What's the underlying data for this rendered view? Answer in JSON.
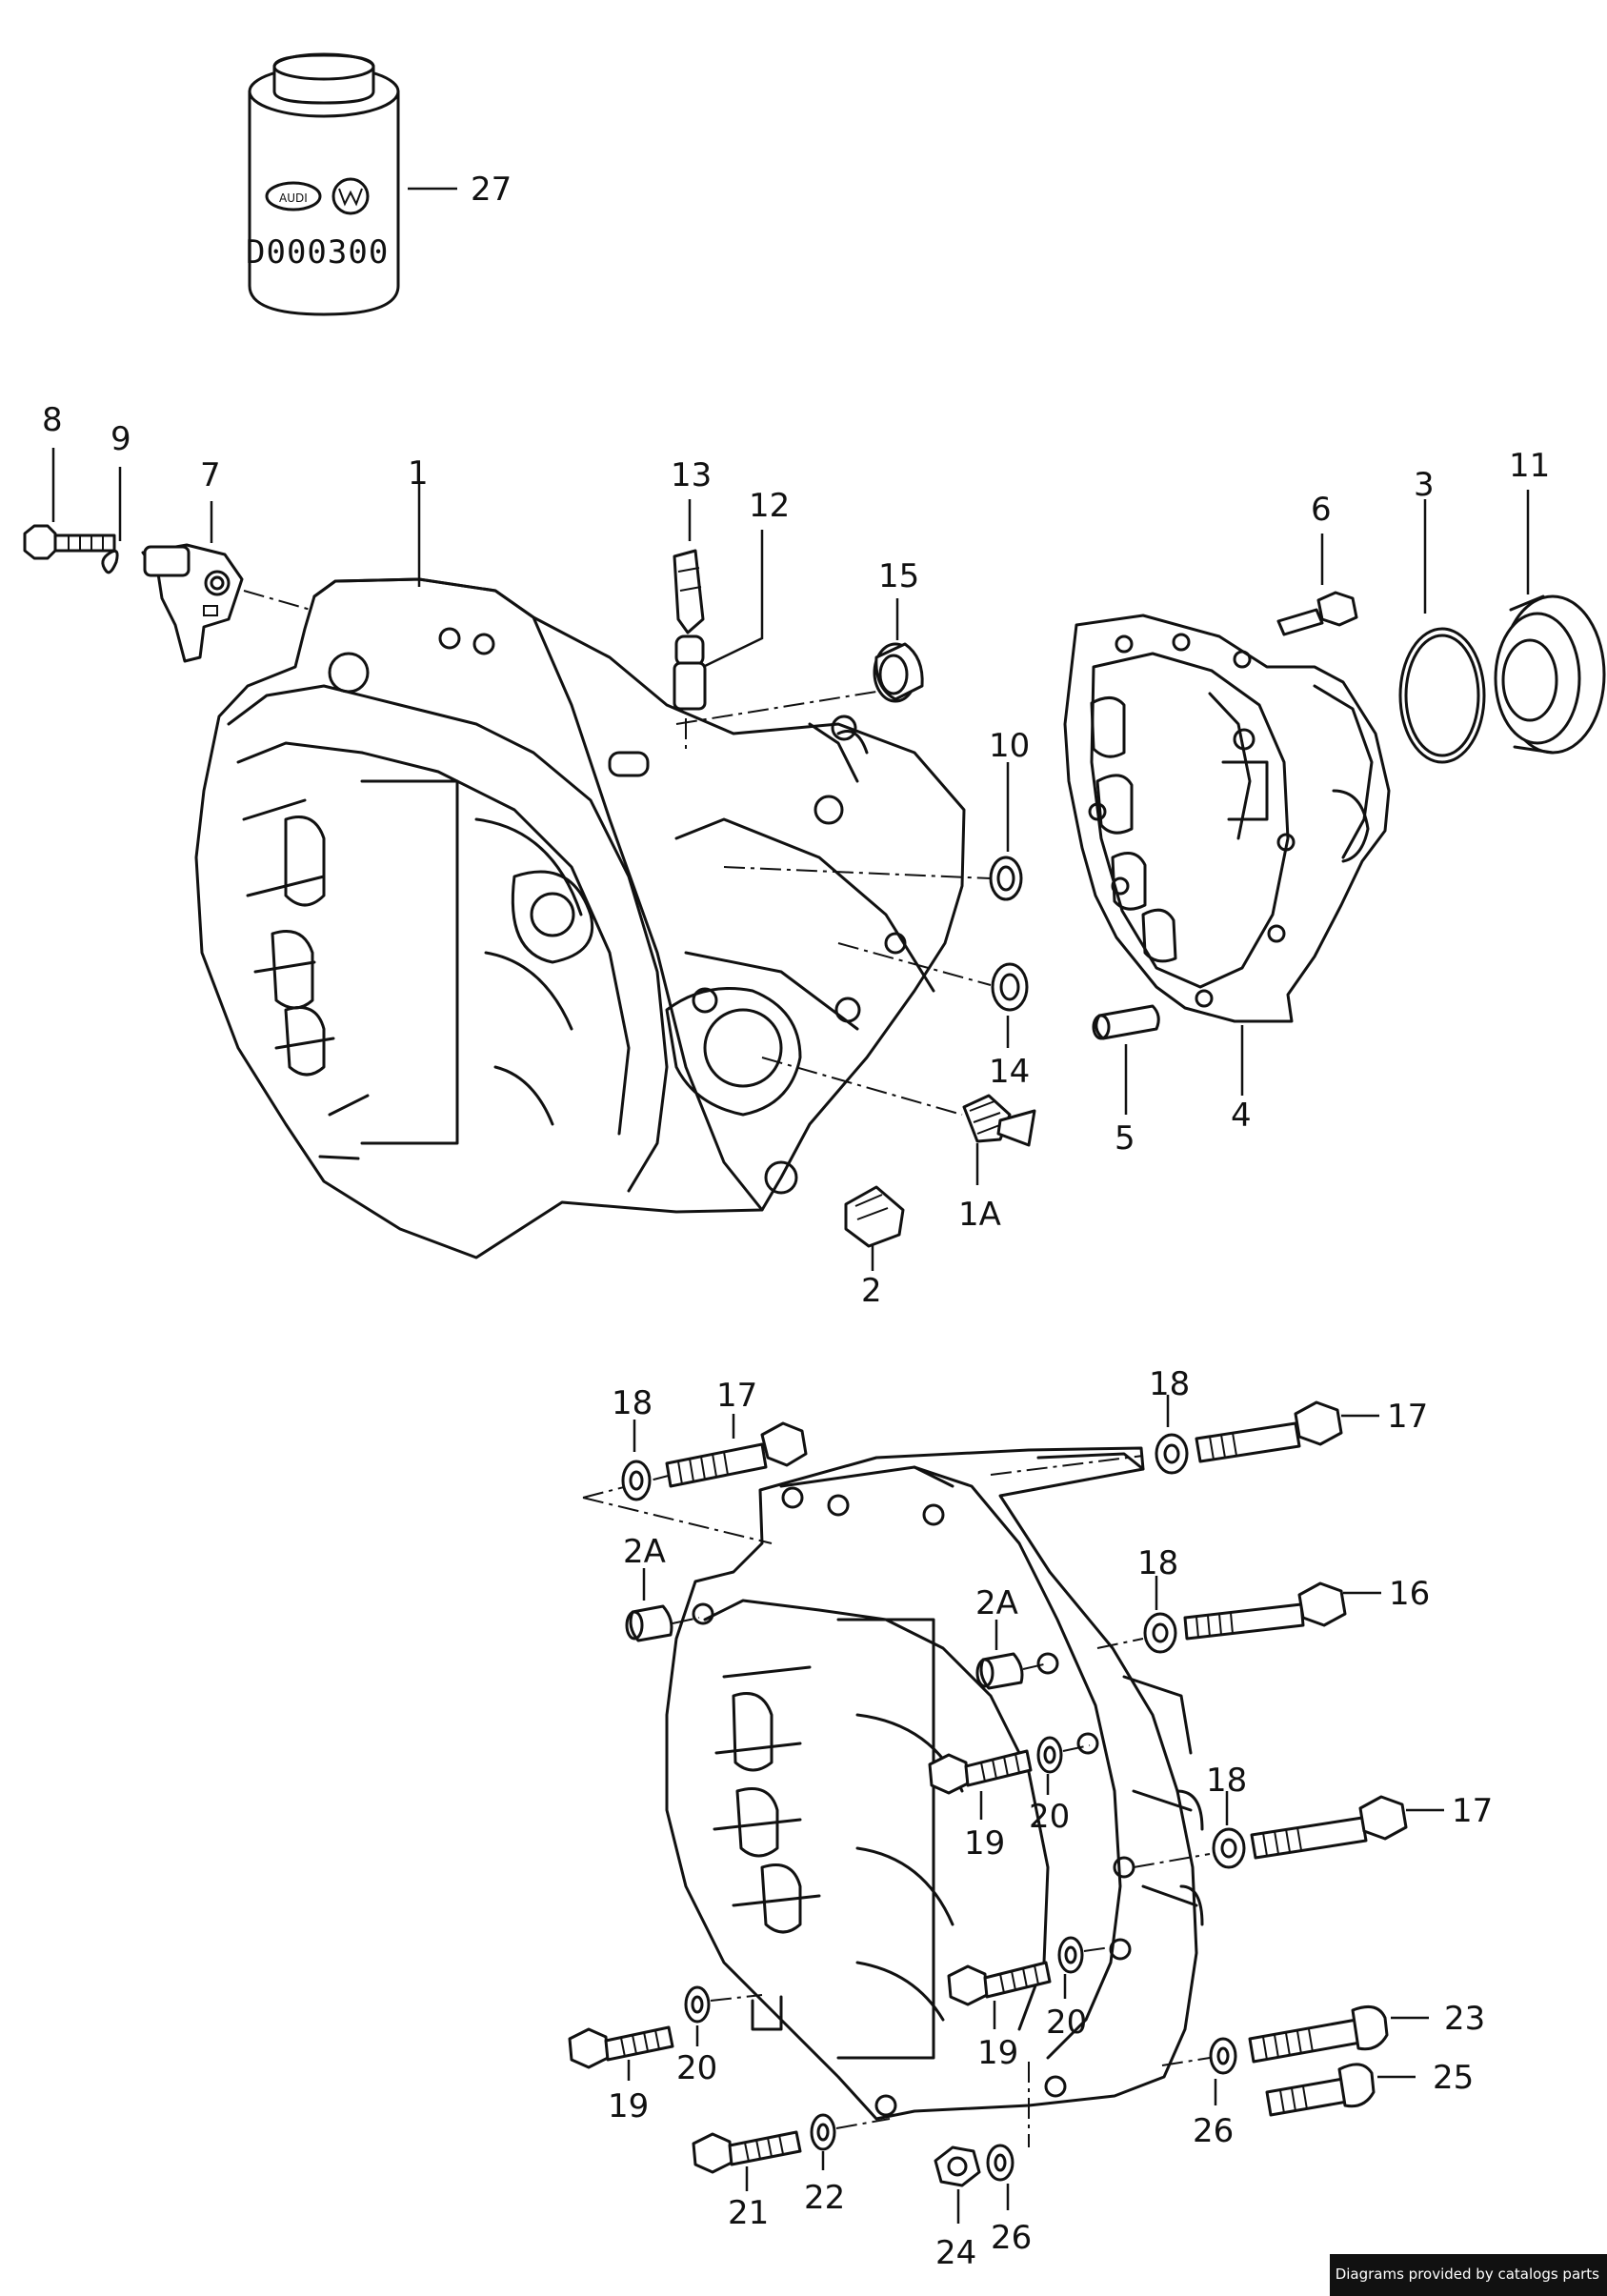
{
  "can": {
    "code": "D000300",
    "callout": "27"
  },
  "callouts": {
    "c27": "27",
    "c8": "8",
    "c9": "9",
    "c7": "7",
    "c1": "1",
    "c13": "13",
    "c12": "12",
    "c15": "15",
    "c10": "10",
    "c14": "14",
    "c1A": "1A",
    "c2": "2",
    "c6": "6",
    "c3": "3",
    "c11": "11",
    "c4": "4",
    "c5": "5",
    "b18a": "18",
    "b17a": "17",
    "b18b": "18",
    "b17b": "17",
    "b2Aa": "2A",
    "b2Ab": "2A",
    "b18c": "18",
    "b16": "16",
    "b19a": "19",
    "b20a": "20",
    "b18d": "18",
    "b17c": "17",
    "b19b": "19",
    "b20b": "20",
    "b19c": "19",
    "b20c": "20",
    "b23": "23",
    "b25": "25",
    "b26a": "26",
    "b21": "21",
    "b22": "22",
    "b24": "24",
    "b26b": "26"
  },
  "footer": {
    "credit": "Diagrams provided by catalogs parts"
  }
}
